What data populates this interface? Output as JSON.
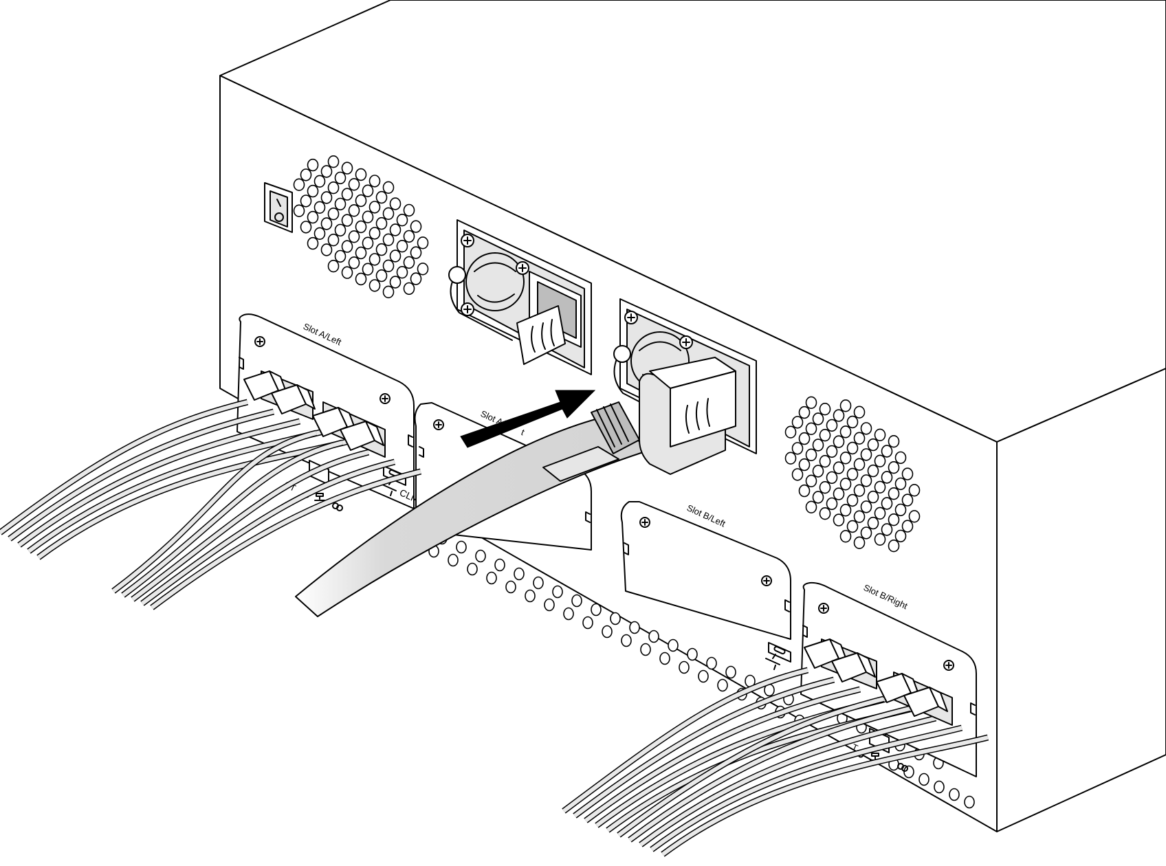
{
  "labels": {
    "slot_a_left": "Slot A/Left",
    "slot_a_right": "Slot A/",
    "slot_a_right_tail": "t",
    "slot_b_left": "Slot B/Left",
    "slot_b_right": "Slot B/Right",
    "cli": "CLI",
    "act_a": "CT",
    "act_b": "T"
  },
  "icons": {
    "power_switch": "rocker-switch-icon",
    "network": "network-port-icon",
    "link": "link-icon",
    "usb": "usb-icon",
    "screw": "screw-icon",
    "arrow": "insert-direction-arrow"
  },
  "colors": {
    "line": "#000000",
    "chassis": "#ffffff",
    "cable": "#d8d8d8",
    "arrow": "#000000"
  }
}
